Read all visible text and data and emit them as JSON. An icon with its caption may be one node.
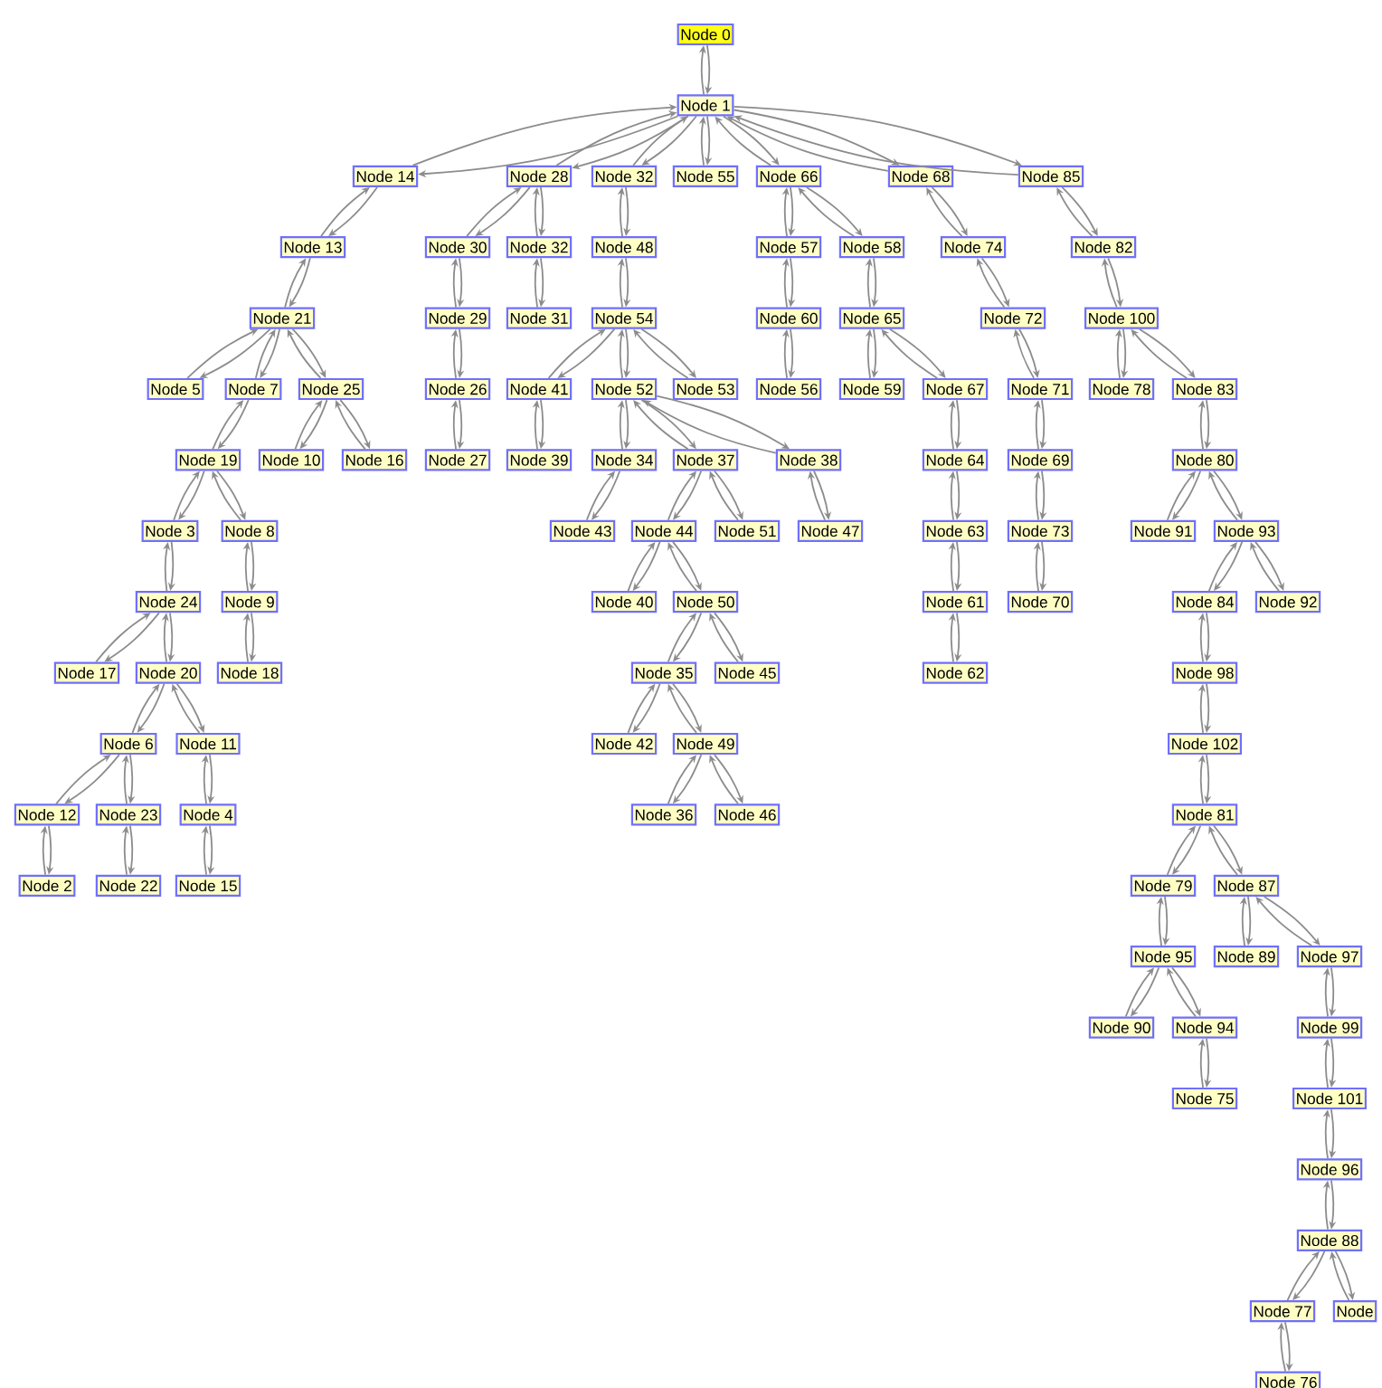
{
  "diagram": {
    "nodes": [
      {
        "text": [
          "Node 0"
        ]
      },
      {
        "text": [
          "Node 1"
        ]
      },
      {
        "text": [
          "Node 14"
        ]
      },
      {
        "text": [
          "Node 28"
        ]
      },
      {
        "text": [
          "Node 32"
        ]
      },
      {
        "text": [
          "Node 55"
        ]
      },
      {
        "text": [
          "Node 66"
        ]
      },
      {
        "text": [
          "Node 68"
        ]
      },
      {
        "text": [
          "Node 85"
        ]
      },
      {
        "text": [
          "Node 13"
        ]
      },
      {
        "text": [
          "Node 30"
        ]
      },
      {
        "text": [
          "Node 32"
        ]
      },
      {
        "text": [
          "Node 48"
        ]
      },
      {
        "text": [
          "Node 57"
        ]
      },
      {
        "text": [
          "Node 58"
        ]
      },
      {
        "text": [
          "Node 74"
        ]
      },
      {
        "text": [
          "Node 82"
        ]
      },
      {
        "text": [
          "Node 21"
        ]
      },
      {
        "text": [
          "Node 29"
        ]
      },
      {
        "text": [
          "Node 31"
        ]
      },
      {
        "text": [
          "Node 54"
        ]
      },
      {
        "text": [
          "Node 60"
        ]
      },
      {
        "text": [
          "Node 65"
        ]
      },
      {
        "text": [
          "Node 72"
        ]
      },
      {
        "text": [
          "Node 100"
        ]
      },
      {
        "text": [
          "Node 5"
        ]
      },
      {
        "text": [
          "Node 7"
        ]
      },
      {
        "text": [
          "Node 25"
        ]
      },
      {
        "text": [
          "Node 26"
        ]
      },
      {
        "text": [
          "Node 41"
        ]
      },
      {
        "text": [
          "Node 52"
        ]
      },
      {
        "text": [
          "Node 53"
        ]
      },
      {
        "text": [
          "Node 56"
        ]
      },
      {
        "text": [
          "Node 59"
        ]
      },
      {
        "text": [
          "Node 67"
        ]
      },
      {
        "text": [
          "Node 71"
        ]
      },
      {
        "text": [
          "Node 78"
        ]
      },
      {
        "text": [
          "Node 83"
        ]
      },
      {
        "text": [
          "Node 19"
        ]
      },
      {
        "text": [
          "Node 10"
        ]
      },
      {
        "text": [
          "Node 16"
        ]
      },
      {
        "text": [
          "Node 27"
        ]
      },
      {
        "text": [
          "Node 39"
        ]
      },
      {
        "text": [
          "Node 34"
        ]
      },
      {
        "text": [
          "Node 37"
        ]
      },
      {
        "text": [
          "Node 38"
        ]
      },
      {
        "text": [
          "Node 64"
        ]
      },
      {
        "text": [
          "Node 69"
        ]
      },
      {
        "text": [
          "Node 80"
        ]
      },
      {
        "text": [
          "Node 3"
        ]
      },
      {
        "text": [
          "Node 8"
        ]
      },
      {
        "text": [
          "Node 43"
        ]
      },
      {
        "text": [
          "Node 44"
        ]
      },
      {
        "text": [
          "Node 51"
        ]
      },
      {
        "text": [
          "Node 47"
        ]
      },
      {
        "text": [
          "Node 63"
        ]
      },
      {
        "text": [
          "Node 73"
        ]
      },
      {
        "text": [
          "Node 91"
        ]
      },
      {
        "text": [
          "Node 93"
        ]
      },
      {
        "text": [
          "Node 24"
        ]
      },
      {
        "text": [
          "Node 9"
        ]
      },
      {
        "text": [
          "Node 40"
        ]
      },
      {
        "text": [
          "Node 50"
        ]
      },
      {
        "text": [
          "Node 61"
        ]
      },
      {
        "text": [
          "Node 70"
        ]
      },
      {
        "text": [
          "Node 84"
        ]
      },
      {
        "text": [
          "Node 92"
        ]
      },
      {
        "text": [
          "Node 17"
        ]
      },
      {
        "text": [
          "Node 20"
        ]
      },
      {
        "text": [
          "Node 18"
        ]
      },
      {
        "text": [
          "Node 35"
        ]
      },
      {
        "text": [
          "Node 45"
        ]
      },
      {
        "text": [
          "Node 62"
        ]
      },
      {
        "text": [
          "Node 98"
        ]
      },
      {
        "text": [
          "Node 6"
        ]
      },
      {
        "text": [
          "Node 11"
        ]
      },
      {
        "text": [
          "Node 42"
        ]
      },
      {
        "text": [
          "Node 49"
        ]
      },
      {
        "text": [
          "Node 102"
        ]
      },
      {
        "text": [
          "Node 12"
        ]
      },
      {
        "text": [
          "Node 23"
        ]
      },
      {
        "text": [
          "Node 4"
        ]
      },
      {
        "text": [
          "Node 36"
        ]
      },
      {
        "text": [
          "Node 46"
        ]
      },
      {
        "text": [
          "Node 81"
        ]
      },
      {
        "text": [
          "Node 2"
        ]
      },
      {
        "text": [
          "Node 22"
        ]
      },
      {
        "text": [
          "Node 15"
        ]
      },
      {
        "text": [
          "Node 79"
        ]
      },
      {
        "text": [
          "Node 87"
        ]
      },
      {
        "text": [
          "Node 95"
        ]
      },
      {
        "text": [
          "Node 89"
        ]
      },
      {
        "text": [
          "Node 97"
        ]
      },
      {
        "text": [
          "Node 90"
        ]
      },
      {
        "text": [
          "Node 94"
        ]
      },
      {
        "text": [
          "Node 99"
        ]
      },
      {
        "text": [
          "Node 75"
        ]
      },
      {
        "text": [
          "Node 101"
        ]
      },
      {
        "text": [
          "Node 96"
        ]
      },
      {
        "text": [
          "Node 88"
        ]
      },
      {
        "text": [
          "Node 77"
        ]
      },
      {
        "text": [
          "Node"
        ]
      },
      {
        "text": [
          "Node 76"
        ]
      }
    ],
    "edges": [
      {
        "from": 0,
        "to": 1,
        "arrow": "to"
      },
      {
        "from": 1,
        "to": 0,
        "arrow": "to"
      },
      {
        "from": 1,
        "to": 2,
        "arrow": "to"
      },
      {
        "from": 2,
        "to": 1,
        "arrow": "to"
      },
      {
        "from": 1,
        "to": 3,
        "arrow": "to"
      },
      {
        "from": 3,
        "to": 1,
        "arrow": "to"
      },
      {
        "from": 1,
        "to": 4,
        "arrow": "to"
      },
      {
        "from": 4,
        "to": 1,
        "arrow": "to"
      },
      {
        "from": 1,
        "to": 5,
        "arrow": "to"
      },
      {
        "from": 5,
        "to": 1,
        "arrow": "to"
      },
      {
        "from": 1,
        "to": 6,
        "arrow": "to"
      },
      {
        "from": 6,
        "to": 1,
        "arrow": "to"
      },
      {
        "from": 1,
        "to": 7,
        "arrow": "to"
      },
      {
        "from": 7,
        "to": 1,
        "arrow": "to"
      },
      {
        "from": 1,
        "to": 8,
        "arrow": "to"
      },
      {
        "from": 8,
        "to": 1,
        "arrow": "to"
      },
      {
        "from": 2,
        "to": 9,
        "arrow": "to"
      },
      {
        "from": 9,
        "to": 2,
        "arrow": "to"
      },
      {
        "from": 9,
        "to": 17,
        "arrow": "to"
      },
      {
        "from": 17,
        "to": 9,
        "arrow": "to"
      },
      {
        "from": 17,
        "to": 25,
        "arrow": "to"
      },
      {
        "from": 25,
        "to": 17,
        "arrow": "to"
      },
      {
        "from": 17,
        "to": 26,
        "arrow": "to"
      },
      {
        "from": 26,
        "to": 17,
        "arrow": "to"
      },
      {
        "from": 17,
        "to": 27,
        "arrow": "to"
      },
      {
        "from": 27,
        "to": 17,
        "arrow": "to"
      },
      {
        "from": 26,
        "to": 38,
        "arrow": "to"
      },
      {
        "from": 38,
        "to": 26,
        "arrow": "to"
      },
      {
        "from": 27,
        "to": 39,
        "arrow": "to"
      },
      {
        "from": 39,
        "to": 27,
        "arrow": "to"
      },
      {
        "from": 27,
        "to": 40,
        "arrow": "to"
      },
      {
        "from": 40,
        "to": 27,
        "arrow": "to"
      },
      {
        "from": 38,
        "to": 49,
        "arrow": "to"
      },
      {
        "from": 49,
        "to": 38,
        "arrow": "to"
      },
      {
        "from": 38,
        "to": 50,
        "arrow": "to"
      },
      {
        "from": 50,
        "to": 38,
        "arrow": "to"
      },
      {
        "from": 49,
        "to": 59,
        "arrow": "to"
      },
      {
        "from": 59,
        "to": 49,
        "arrow": "to"
      },
      {
        "from": 50,
        "to": 60,
        "arrow": "to"
      },
      {
        "from": 60,
        "to": 50,
        "arrow": "to"
      },
      {
        "from": 60,
        "to": 69,
        "arrow": "to"
      },
      {
        "from": 69,
        "to": 60,
        "arrow": "to"
      },
      {
        "from": 59,
        "to": 67,
        "arrow": "to"
      },
      {
        "from": 67,
        "to": 59,
        "arrow": "to"
      },
      {
        "from": 59,
        "to": 68,
        "arrow": "to"
      },
      {
        "from": 68,
        "to": 59,
        "arrow": "to"
      },
      {
        "from": 68,
        "to": 74,
        "arrow": "to"
      },
      {
        "from": 74,
        "to": 68,
        "arrow": "to"
      },
      {
        "from": 68,
        "to": 75,
        "arrow": "to"
      },
      {
        "from": 75,
        "to": 68,
        "arrow": "to"
      },
      {
        "from": 74,
        "to": 79,
        "arrow": "to"
      },
      {
        "from": 79,
        "to": 74,
        "arrow": "to"
      },
      {
        "from": 74,
        "to": 80,
        "arrow": "to"
      },
      {
        "from": 80,
        "to": 74,
        "arrow": "to"
      },
      {
        "from": 79,
        "to": 85,
        "arrow": "to"
      },
      {
        "from": 85,
        "to": 79,
        "arrow": "to"
      },
      {
        "from": 80,
        "to": 86,
        "arrow": "to"
      },
      {
        "from": 86,
        "to": 80,
        "arrow": "to"
      },
      {
        "from": 75,
        "to": 81,
        "arrow": "to"
      },
      {
        "from": 81,
        "to": 75,
        "arrow": "to"
      },
      {
        "from": 81,
        "to": 87,
        "arrow": "to"
      },
      {
        "from": 87,
        "to": 81,
        "arrow": "to"
      },
      {
        "from": 3,
        "to": 10,
        "arrow": "to"
      },
      {
        "from": 10,
        "to": 3,
        "arrow": "to"
      },
      {
        "from": 3,
        "to": 11,
        "arrow": "to"
      },
      {
        "from": 11,
        "to": 3,
        "arrow": "to"
      },
      {
        "from": 10,
        "to": 18,
        "arrow": "to"
      },
      {
        "from": 18,
        "to": 10,
        "arrow": "to"
      },
      {
        "from": 18,
        "to": 28,
        "arrow": "to"
      },
      {
        "from": 28,
        "to": 18,
        "arrow": "to"
      },
      {
        "from": 28,
        "to": 41,
        "arrow": "to"
      },
      {
        "from": 41,
        "to": 28,
        "arrow": "to"
      },
      {
        "from": 11,
        "to": 19,
        "arrow": "to"
      },
      {
        "from": 19,
        "to": 11,
        "arrow": "to"
      },
      {
        "from": 4,
        "to": 12,
        "arrow": "to"
      },
      {
        "from": 12,
        "to": 4,
        "arrow": "to"
      },
      {
        "from": 12,
        "to": 20,
        "arrow": "to"
      },
      {
        "from": 20,
        "to": 12,
        "arrow": "to"
      },
      {
        "from": 20,
        "to": 29,
        "arrow": "to"
      },
      {
        "from": 29,
        "to": 20,
        "arrow": "to"
      },
      {
        "from": 20,
        "to": 30,
        "arrow": "to"
      },
      {
        "from": 30,
        "to": 20,
        "arrow": "to"
      },
      {
        "from": 20,
        "to": 31,
        "arrow": "to"
      },
      {
        "from": 31,
        "to": 20,
        "arrow": "to"
      },
      {
        "from": 29,
        "to": 42,
        "arrow": "to"
      },
      {
        "from": 42,
        "to": 29,
        "arrow": "to"
      },
      {
        "from": 30,
        "to": 43,
        "arrow": "to"
      },
      {
        "from": 43,
        "to": 30,
        "arrow": "to"
      },
      {
        "from": 30,
        "to": 44,
        "arrow": "to"
      },
      {
        "from": 44,
        "to": 30,
        "arrow": "to"
      },
      {
        "from": 30,
        "to": 45,
        "arrow": "to"
      },
      {
        "from": 45,
        "to": 30,
        "arrow": "to"
      },
      {
        "from": 43,
        "to": 51,
        "arrow": "to"
      },
      {
        "from": 51,
        "to": 43,
        "arrow": "to"
      },
      {
        "from": 44,
        "to": 52,
        "arrow": "to"
      },
      {
        "from": 52,
        "to": 44,
        "arrow": "to"
      },
      {
        "from": 44,
        "to": 53,
        "arrow": "to"
      },
      {
        "from": 53,
        "to": 44,
        "arrow": "to"
      },
      {
        "from": 45,
        "to": 54,
        "arrow": "to"
      },
      {
        "from": 54,
        "to": 45,
        "arrow": "to"
      },
      {
        "from": 52,
        "to": 61,
        "arrow": "to"
      },
      {
        "from": 61,
        "to": 52,
        "arrow": "to"
      },
      {
        "from": 52,
        "to": 62,
        "arrow": "to"
      },
      {
        "from": 62,
        "to": 52,
        "arrow": "to"
      },
      {
        "from": 62,
        "to": 70,
        "arrow": "to"
      },
      {
        "from": 70,
        "to": 62,
        "arrow": "to"
      },
      {
        "from": 62,
        "to": 71,
        "arrow": "to"
      },
      {
        "from": 71,
        "to": 62,
        "arrow": "to"
      },
      {
        "from": 70,
        "to": 76,
        "arrow": "to"
      },
      {
        "from": 76,
        "to": 70,
        "arrow": "to"
      },
      {
        "from": 70,
        "to": 77,
        "arrow": "to"
      },
      {
        "from": 77,
        "to": 70,
        "arrow": "to"
      },
      {
        "from": 77,
        "to": 82,
        "arrow": "to"
      },
      {
        "from": 82,
        "to": 77,
        "arrow": "to"
      },
      {
        "from": 77,
        "to": 83,
        "arrow": "to"
      },
      {
        "from": 83,
        "to": 77,
        "arrow": "to"
      },
      {
        "from": 6,
        "to": 13,
        "arrow": "to"
      },
      {
        "from": 13,
        "to": 6,
        "arrow": "to"
      },
      {
        "from": 6,
        "to": 14,
        "arrow": "to"
      },
      {
        "from": 14,
        "to": 6,
        "arrow": "to"
      },
      {
        "from": 13,
        "to": 21,
        "arrow": "to"
      },
      {
        "from": 21,
        "to": 13,
        "arrow": "to"
      },
      {
        "from": 21,
        "to": 32,
        "arrow": "to"
      },
      {
        "from": 32,
        "to": 21,
        "arrow": "to"
      },
      {
        "from": 14,
        "to": 22,
        "arrow": "to"
      },
      {
        "from": 22,
        "to": 14,
        "arrow": "to"
      },
      {
        "from": 22,
        "to": 33,
        "arrow": "to"
      },
      {
        "from": 33,
        "to": 22,
        "arrow": "to"
      },
      {
        "from": 22,
        "to": 34,
        "arrow": "to"
      },
      {
        "from": 34,
        "to": 22,
        "arrow": "to"
      },
      {
        "from": 34,
        "to": 46,
        "arrow": "to"
      },
      {
        "from": 46,
        "to": 34,
        "arrow": "to"
      },
      {
        "from": 46,
        "to": 55,
        "arrow": "to"
      },
      {
        "from": 55,
        "to": 46,
        "arrow": "to"
      },
      {
        "from": 55,
        "to": 63,
        "arrow": "to"
      },
      {
        "from": 63,
        "to": 55,
        "arrow": "to"
      },
      {
        "from": 63,
        "to": 72,
        "arrow": "to"
      },
      {
        "from": 72,
        "to": 63,
        "arrow": "to"
      },
      {
        "from": 7,
        "to": 15,
        "arrow": "to"
      },
      {
        "from": 15,
        "to": 7,
        "arrow": "to"
      },
      {
        "from": 15,
        "to": 23,
        "arrow": "to"
      },
      {
        "from": 23,
        "to": 15,
        "arrow": "to"
      },
      {
        "from": 23,
        "to": 35,
        "arrow": "to"
      },
      {
        "from": 35,
        "to": 23,
        "arrow": "to"
      },
      {
        "from": 35,
        "to": 47,
        "arrow": "to"
      },
      {
        "from": 47,
        "to": 35,
        "arrow": "to"
      },
      {
        "from": 47,
        "to": 56,
        "arrow": "to"
      },
      {
        "from": 56,
        "to": 47,
        "arrow": "to"
      },
      {
        "from": 56,
        "to": 64,
        "arrow": "to"
      },
      {
        "from": 64,
        "to": 56,
        "arrow": "to"
      },
      {
        "from": 8,
        "to": 16,
        "arrow": "to"
      },
      {
        "from": 16,
        "to": 8,
        "arrow": "to"
      },
      {
        "from": 16,
        "to": 24,
        "arrow": "to"
      },
      {
        "from": 24,
        "to": 16,
        "arrow": "to"
      },
      {
        "from": 24,
        "to": 36,
        "arrow": "to"
      },
      {
        "from": 36,
        "to": 24,
        "arrow": "to"
      },
      {
        "from": 24,
        "to": 37,
        "arrow": "to"
      },
      {
        "from": 37,
        "to": 24,
        "arrow": "to"
      },
      {
        "from": 37,
        "to": 48,
        "arrow": "to"
      },
      {
        "from": 48,
        "to": 37,
        "arrow": "to"
      },
      {
        "from": 48,
        "to": 57,
        "arrow": "to"
      },
      {
        "from": 57,
        "to": 48,
        "arrow": "to"
      },
      {
        "from": 48,
        "to": 58,
        "arrow": "to"
      },
      {
        "from": 58,
        "to": 48,
        "arrow": "to"
      },
      {
        "from": 58,
        "to": 65,
        "arrow": "to"
      },
      {
        "from": 65,
        "to": 58,
        "arrow": "to"
      },
      {
        "from": 58,
        "to": 66,
        "arrow": "to"
      },
      {
        "from": 66,
        "to": 58,
        "arrow": "to"
      },
      {
        "from": 65,
        "to": 73,
        "arrow": "to"
      },
      {
        "from": 73,
        "to": 65,
        "arrow": "to"
      },
      {
        "from": 73,
        "to": 78,
        "arrow": "to"
      },
      {
        "from": 78,
        "to": 73,
        "arrow": "to"
      },
      {
        "from": 78,
        "to": 84,
        "arrow": "to"
      },
      {
        "from": 84,
        "to": 78,
        "arrow": "to"
      },
      {
        "from": 84,
        "to": 88,
        "arrow": "to"
      },
      {
        "from": 88,
        "to": 84,
        "arrow": "to"
      },
      {
        "from": 84,
        "to": 89,
        "arrow": "to"
      },
      {
        "from": 89,
        "to": 84,
        "arrow": "to"
      },
      {
        "from": 88,
        "to": 90,
        "arrow": "to"
      },
      {
        "from": 90,
        "to": 88,
        "arrow": "to"
      },
      {
        "from": 90,
        "to": 93,
        "arrow": "to"
      },
      {
        "from": 93,
        "to": 90,
        "arrow": "to"
      },
      {
        "from": 90,
        "to": 94,
        "arrow": "to"
      },
      {
        "from": 94,
        "to": 90,
        "arrow": "to"
      },
      {
        "from": 94,
        "to": 96,
        "arrow": "to"
      },
      {
        "from": 96,
        "to": 94,
        "arrow": "to"
      },
      {
        "from": 89,
        "to": 91,
        "arrow": "to"
      },
      {
        "from": 91,
        "to": 89,
        "arrow": "to"
      },
      {
        "from": 89,
        "to": 92,
        "arrow": "to"
      },
      {
        "from": 92,
        "to": 89,
        "arrow": "to"
      },
      {
        "from": 92,
        "to": 95,
        "arrow": "to"
      },
      {
        "from": 95,
        "to": 92,
        "arrow": "to"
      },
      {
        "from": 95,
        "to": 97,
        "arrow": "to"
      },
      {
        "from": 97,
        "to": 95,
        "arrow": "to"
      },
      {
        "from": 97,
        "to": 98,
        "arrow": "to"
      },
      {
        "from": 98,
        "to": 97,
        "arrow": "to"
      },
      {
        "from": 98,
        "to": 99,
        "arrow": "to"
      },
      {
        "from": 99,
        "to": 98,
        "arrow": "to"
      },
      {
        "from": 99,
        "to": 100,
        "arrow": "to"
      },
      {
        "from": 100,
        "to": 99,
        "arrow": "to"
      },
      {
        "from": 99,
        "to": 101,
        "arrow": "to"
      },
      {
        "from": 101,
        "to": 99,
        "arrow": "to"
      },
      {
        "from": 100,
        "to": 102,
        "arrow": "to"
      },
      {
        "from": 102,
        "to": 100,
        "arrow": "to"
      }
    ]
  }
}
